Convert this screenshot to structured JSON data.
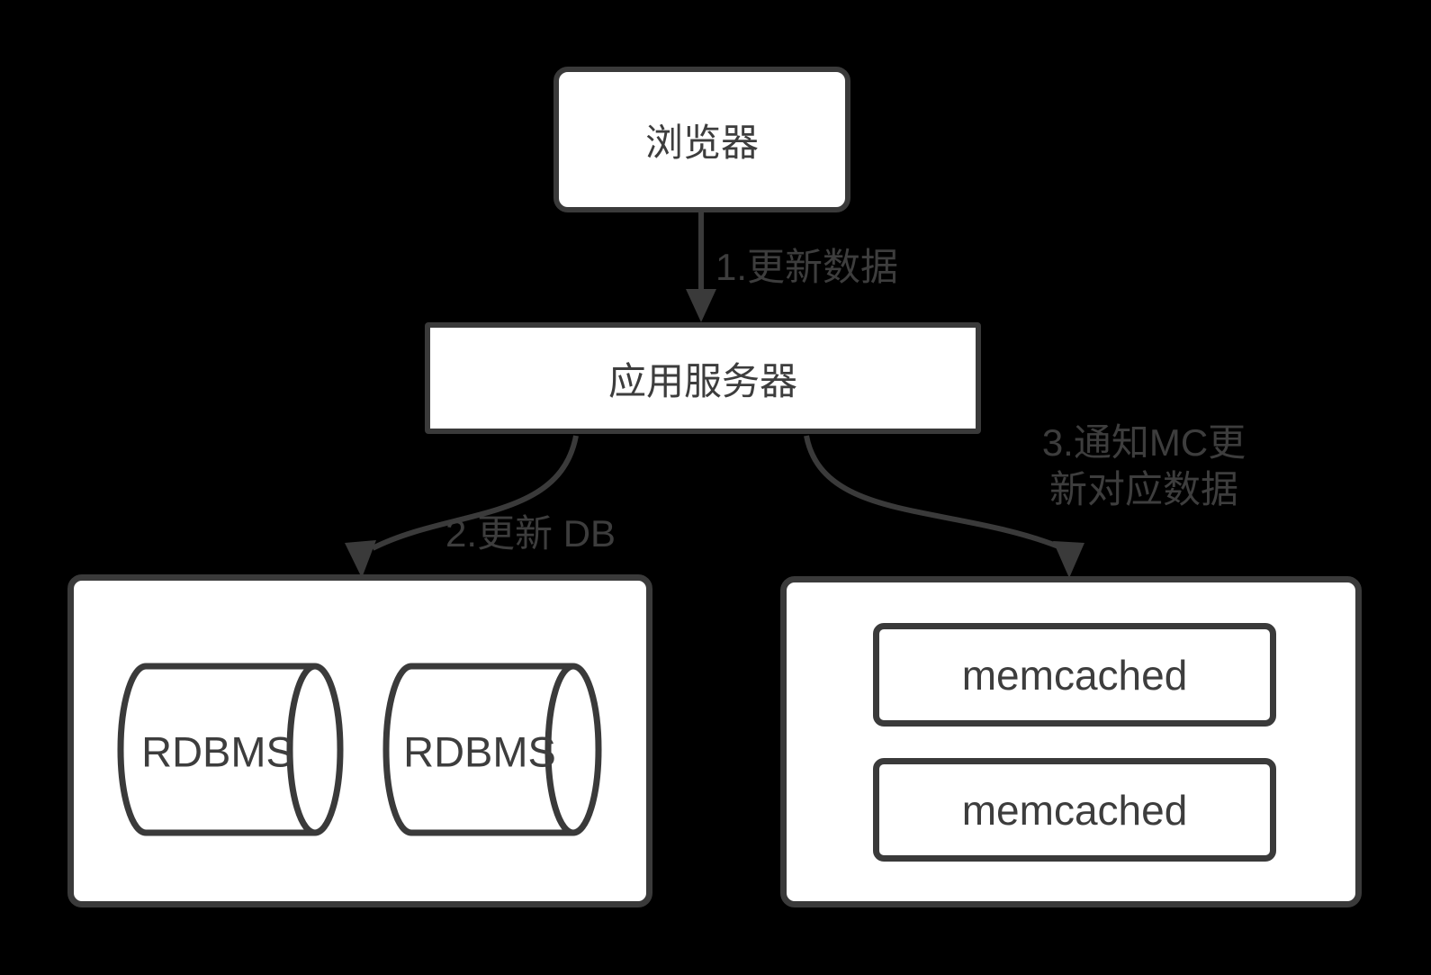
{
  "diagram": {
    "title": "cache update flow diagram",
    "colors": {
      "background": "#000000",
      "node_fill": "#ffffff",
      "line": "#3a3a3a",
      "text": "#3d3d3d"
    },
    "nodes": {
      "browser": {
        "label": "浏览器"
      },
      "app_server": {
        "label": "应用服务器"
      },
      "rdbms_1": {
        "label": "RDBMS"
      },
      "rdbms_2": {
        "label": "RDBMS"
      },
      "memcached_1": {
        "label": "memcached"
      },
      "memcached_2": {
        "label": "memcached"
      }
    },
    "edges": {
      "browser_to_app": {
        "label": "1.更新数据"
      },
      "app_to_db": {
        "label": "2.更新 DB"
      },
      "app_to_mc": {
        "label_line1": "3.通知MC更",
        "label_line2": "新对应数据"
      }
    }
  }
}
